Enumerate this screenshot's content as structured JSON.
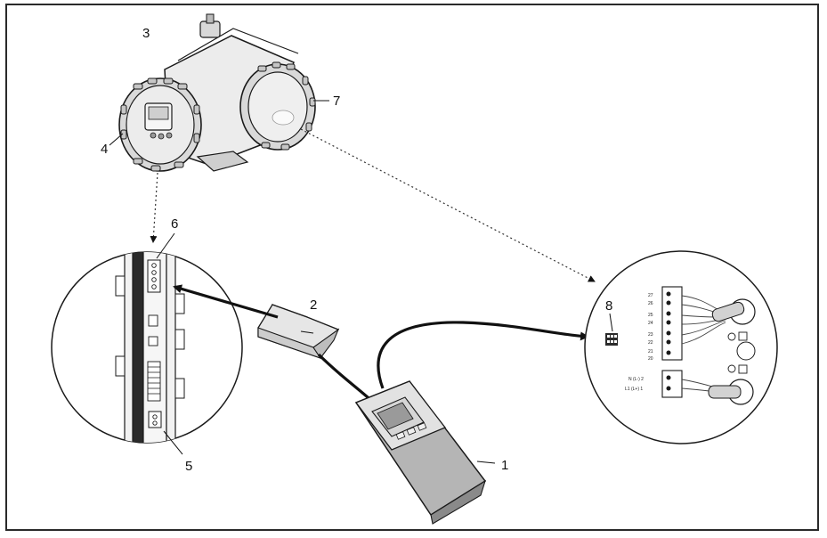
{
  "figure": {
    "callouts": {
      "handheld": "1",
      "adapter": "2",
      "housing": "3",
      "electronics_cover": "4",
      "socket_bottom": "5",
      "service_interface": "6",
      "terminal_cover": "7",
      "terminal_block": "8"
    },
    "terminal_labels": {
      "row_a": [
        "27",
        "26"
      ],
      "row_b": [
        "25",
        "24"
      ],
      "row_c": [
        "23",
        "22"
      ],
      "row_d": [
        "21",
        "20"
      ],
      "supply_1": "N (L-)  2",
      "supply_2": "L1 (L+)  1"
    }
  },
  "colors": {
    "stroke": "#1a1a1a",
    "device_fill": "#e8e8e8",
    "handheld_fill": "#b9b9b9",
    "frame": "#2a2a2a"
  }
}
